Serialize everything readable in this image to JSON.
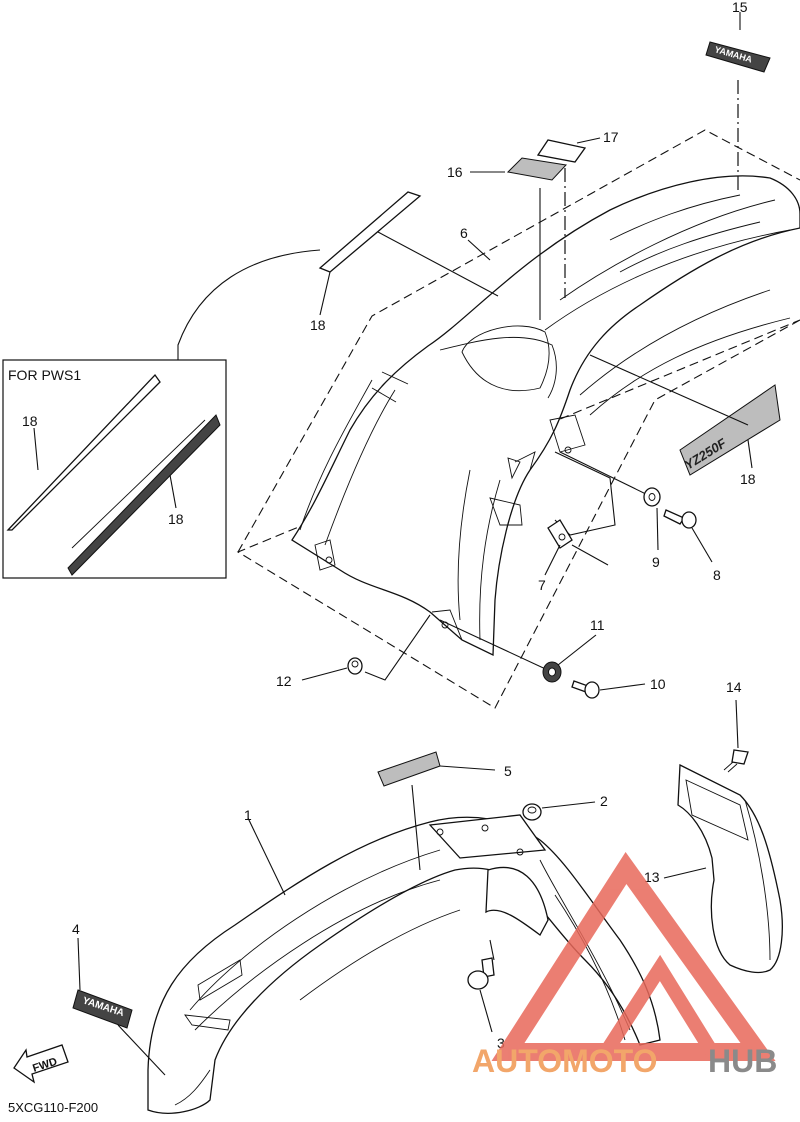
{
  "diagram": {
    "drawing_code": "5XCG110-F200",
    "inset_title": "FOR PWS1",
    "fwd_label": "FWD",
    "decal_text": "YAMAHA",
    "side_decal_text": "YZ250F",
    "callouts": {
      "c1": "1",
      "c2": "2",
      "c3": "3",
      "c4": "4",
      "c5": "5",
      "c6": "6",
      "c7": "7",
      "c8": "8",
      "c9": "9",
      "c10": "10",
      "c11": "11",
      "c12": "12",
      "c13": "13",
      "c14": "14",
      "c15": "15",
      "c16": "16",
      "c17": "17",
      "c18a": "18",
      "c18b": "18",
      "c18c": "18",
      "c18d": "18"
    }
  },
  "watermark": {
    "text_orange": "AUTOMOTO",
    "text_gray": "HUB",
    "color_orange": "#f2a66a",
    "color_gray": "#8a8a8a",
    "color_logo": "#e8685a"
  }
}
